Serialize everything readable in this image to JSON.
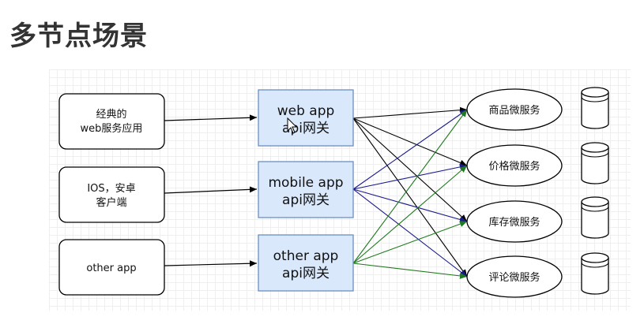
{
  "page": {
    "title": "多节点场景"
  },
  "clients": [
    {
      "id": "web",
      "lines": [
        "经典的",
        "web服务应用"
      ]
    },
    {
      "id": "ios",
      "lines": [
        "IOS，安卓",
        "客户端"
      ]
    },
    {
      "id": "other",
      "lines": [
        "other app"
      ]
    }
  ],
  "gateways": [
    {
      "id": "web",
      "lines": [
        "web app",
        "api网关"
      ]
    },
    {
      "id": "mobile",
      "lines": [
        "mobile app",
        "api网关"
      ]
    },
    {
      "id": "other",
      "lines": [
        "other app",
        "api网关"
      ]
    }
  ],
  "services": [
    {
      "id": "product",
      "label": "商品微服务"
    },
    {
      "id": "price",
      "label": "价格微服务"
    },
    {
      "id": "inventory",
      "label": "库存微服务"
    },
    {
      "id": "review",
      "label": "评论微服务"
    }
  ],
  "colors": {
    "gateway_fill": "#dae8fc",
    "gateway_stroke": "#6c8ebf",
    "edge_web": "#000000",
    "edge_mobile": "#1a1a8c",
    "edge_other": "#1f7a1f"
  }
}
